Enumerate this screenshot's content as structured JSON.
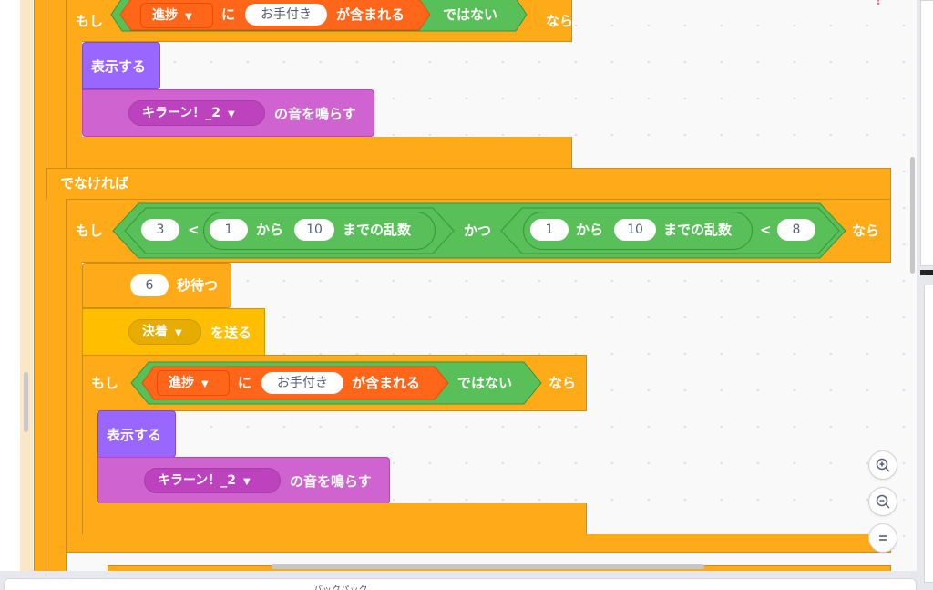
{
  "blocks": {
    "if_label": "もし",
    "then_label": "なら",
    "else_label": "でなければ",
    "and_label": "かつ",
    "not_label": "ではない",
    "ni_label": "に",
    "contains_label": "が含まれる",
    "lt_symbol": "<",
    "from_label": "から",
    "random_label": "までの乱数",
    "wait_label": "秒待つ",
    "broadcast_label": "を送る",
    "show_label": "表示する",
    "play_sound_label": "の音を鳴らす",
    "variable_name": "進捗",
    "contains_value": "お手付き",
    "sound_name": "キラーン！_2",
    "broadcast_message": "決着",
    "cond_num_left": "3",
    "rand1_from": "1",
    "rand1_to": "10",
    "rand2_from": "1",
    "rand2_to": "10",
    "cond_num_right": "8",
    "wait_seconds": "6"
  },
  "bottom_tab_label": "バックパック",
  "colors": {
    "control": "#ffab19",
    "event": "#ffbf00",
    "looks": "#9966ff",
    "sound": "#cf63cf",
    "operator": "#59c059",
    "variable": "#ff8c1a",
    "list": "#ff661a"
  },
  "icons": [
    "zoom-in-icon",
    "zoom-out-icon",
    "zoom-reset-icon",
    "dropdown-arrow-icon"
  ]
}
